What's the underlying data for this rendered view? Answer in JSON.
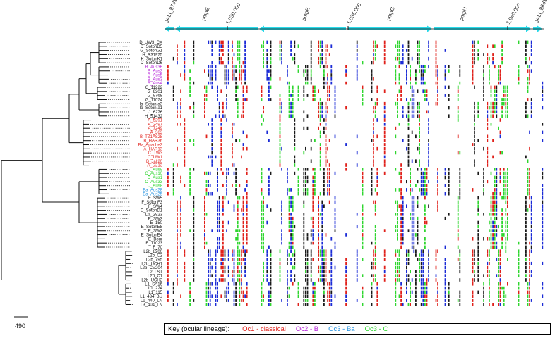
{
  "scale_bar_label": "490",
  "colors": {
    "tree": "#111111",
    "gene_arrow": "#29d9e8",
    "A": "#e0201a",
    "C": "#1b2bd6",
    "G": "#1a1a1a",
    "T": "#2fd62f",
    "lineage_Oc1": "#e0201a",
    "lineage_Oc2": "#b521d8",
    "lineage_Oc3_Ba": "#1f8fe0",
    "lineage_Oc3_C": "#2bd62b",
    "default_taxon": "#111111"
  },
  "genes": [
    {
      "name": "JALI_8791",
      "direction": "reverse"
    },
    {
      "name": "pmpE",
      "direction": "reverse"
    },
    {
      "name": "pmpE",
      "direction": "reverse"
    },
    {
      "name": "pmpG",
      "direction": "forward"
    },
    {
      "name": "pmpH",
      "direction": "forward"
    },
    {
      "name": "JALI_8831",
      "direction": "forward"
    }
  ],
  "positions": [
    "1,030,000",
    "1,035,000",
    "1,040,000"
  ],
  "taxa": [
    {
      "label": "D_UW3_CX",
      "lineage": "none"
    },
    {
      "label": "D_SotonD5",
      "lineage": "none"
    },
    {
      "label": "G_SotonG1",
      "lineage": "none"
    },
    {
      "label": "H_R31975",
      "lineage": "none"
    },
    {
      "label": "K_SotonK1",
      "lineage": "none"
    },
    {
      "label": "D_SotonD6",
      "lineage": "none"
    },
    {
      "label": "B_Aus36",
      "lineage": "Oc2"
    },
    {
      "label": "B_Aus2",
      "lineage": "Oc2"
    },
    {
      "label": "B_Aus5",
      "lineage": "Oc2"
    },
    {
      "label": "B_Aus3",
      "lineage": "Oc2"
    },
    {
      "label": "B_Aus4",
      "lineage": "Oc2"
    },
    {
      "label": "G_11222",
      "lineage": "none"
    },
    {
      "label": "G_9301",
      "lineage": "none"
    },
    {
      "label": "G_9768",
      "lineage": "none"
    },
    {
      "label": "G_11074",
      "lineage": "none"
    },
    {
      "label": "Ia_SotonIa3",
      "lineage": "none"
    },
    {
      "label": "Ia_SotonIa1",
      "lineage": "none"
    },
    {
      "label": "J_6276",
      "lineage": "none"
    },
    {
      "label": "H_S1432",
      "lineage": "none"
    },
    {
      "label": "A_5291",
      "lineage": "Oc1"
    },
    {
      "label": "A_2497",
      "lineage": "Oc1"
    },
    {
      "label": "A_7249",
      "lineage": "Oc1"
    },
    {
      "label": "A_363",
      "lineage": "Oc1"
    },
    {
      "label": "B_TZ1A828",
      "lineage": "Oc1"
    },
    {
      "label": "B_HAR36",
      "lineage": "Oc1"
    },
    {
      "label": "Ba_Apache2",
      "lineage": "Oc1"
    },
    {
      "label": "A_HAR13",
      "lineage": "Oc1"
    },
    {
      "label": "C_TW3",
      "lineage": "Oc1"
    },
    {
      "label": "C_UW1",
      "lineage": "Oc1"
    },
    {
      "label": "B_Jali20",
      "lineage": "Oc1"
    },
    {
      "label": "A_D213",
      "lineage": "Oc1"
    },
    {
      "label": "C_Aus9",
      "lineage": "Oc3_C"
    },
    {
      "label": "C_Aus10",
      "lineage": "Oc3_C"
    },
    {
      "label": "C_Aus1",
      "lineage": "Oc3_C"
    },
    {
      "label": "C_Aus33",
      "lineage": "Oc3_C"
    },
    {
      "label": "C_Aus8",
      "lineage": "Oc3_C"
    },
    {
      "label": "Ba_Aus28",
      "lineage": "Oc3_Ba"
    },
    {
      "label": "Ba_Aus25",
      "lineage": "Oc3_Ba"
    },
    {
      "label": "F_SW5",
      "lineage": "none"
    },
    {
      "label": "F_SotonF3",
      "lineage": "none"
    },
    {
      "label": "F_SW4",
      "lineage": "none"
    },
    {
      "label": "D_SotonD1",
      "lineage": "none"
    },
    {
      "label": "Da_2923",
      "lineage": "none"
    },
    {
      "label": "E_SW3",
      "lineage": "none"
    },
    {
      "label": "E_150",
      "lineage": "none"
    },
    {
      "label": "E_SotonE8",
      "lineage": "none"
    },
    {
      "label": "E_SW2",
      "lineage": "none"
    },
    {
      "label": "E_SotonE4",
      "lineage": "none"
    },
    {
      "label": "E_Bour",
      "lineage": "none"
    },
    {
      "label": "E_11023",
      "lineage": "none"
    },
    {
      "label": "F_70",
      "lineage": "none"
    },
    {
      "label": "L2b_8200",
      "lineage": "none"
    },
    {
      "label": "L2b_C2",
      "lineage": "none"
    },
    {
      "label": "L2b_795",
      "lineage": "none"
    },
    {
      "label": "L2b_UCH1",
      "lineage": "none"
    },
    {
      "label": "L2b_CV204",
      "lineage": "none"
    },
    {
      "label": "L2_LST",
      "lineage": "none"
    },
    {
      "label": "L2b_C1",
      "lineage": "none"
    },
    {
      "label": "L2b_UCH2",
      "lineage": "none"
    },
    {
      "label": "L1_SA16",
      "lineage": "none"
    },
    {
      "label": "L1_224",
      "lineage": "none"
    },
    {
      "label": "L1_115",
      "lineage": "none"
    },
    {
      "label": "L1_434_BU",
      "lineage": "none"
    },
    {
      "label": "L1_440_LN",
      "lineage": "none"
    },
    {
      "label": "L3_404_LN",
      "lineage": "none"
    }
  ],
  "legend": {
    "title": "Key (ocular lineage):",
    "items": [
      {
        "label": "Oc1 - classical",
        "lineage": "Oc1"
      },
      {
        "label": "Oc2 - B",
        "lineage": "Oc2"
      },
      {
        "label": "Oc3 - Ba",
        "lineage": "Oc3_Ba"
      },
      {
        "label": "Oc3 - C",
        "lineage": "Oc3_C"
      }
    ]
  }
}
